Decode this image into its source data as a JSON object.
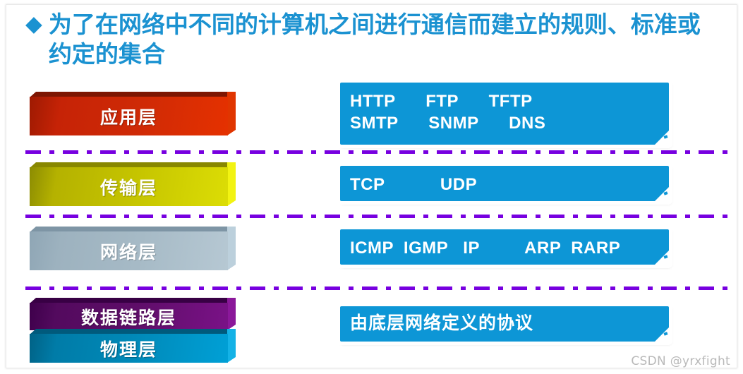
{
  "slide": {
    "bullet_glyph": "◆",
    "title": "为了在网络中不同的计算机之间进行通信而建立的规则、标准或约定的集合",
    "accent_color": "#1b92d1",
    "card_color": "#0d96d6",
    "separator_color": "#7700e0",
    "watermark": "CSDN @yrxfight"
  },
  "layers": [
    {
      "name": "application",
      "label": "应用层",
      "color": "#cf2a06"
    },
    {
      "name": "transport",
      "label": "传输层",
      "color": "#c5c400"
    },
    {
      "name": "network",
      "label": "网络层",
      "color": "#a6bac6"
    },
    {
      "name": "datalink",
      "label": "数据链路层",
      "color": "#5e0d68"
    },
    {
      "name": "physical",
      "label": "物理层",
      "color": "#0089b8"
    }
  ],
  "protocol_cards": [
    {
      "name": "application-protocols",
      "line1": "HTTP      FTP      TFTP",
      "line2": "SMTP      SNMP      DNS"
    },
    {
      "name": "transport-protocols",
      "line1": "TCP           UDP"
    },
    {
      "name": "network-protocols",
      "line1": "ICMP  IGMP   IP         ARP  RARP"
    },
    {
      "name": "lowerlayer-protocols",
      "line1": "由底层网络定义的协议"
    }
  ]
}
